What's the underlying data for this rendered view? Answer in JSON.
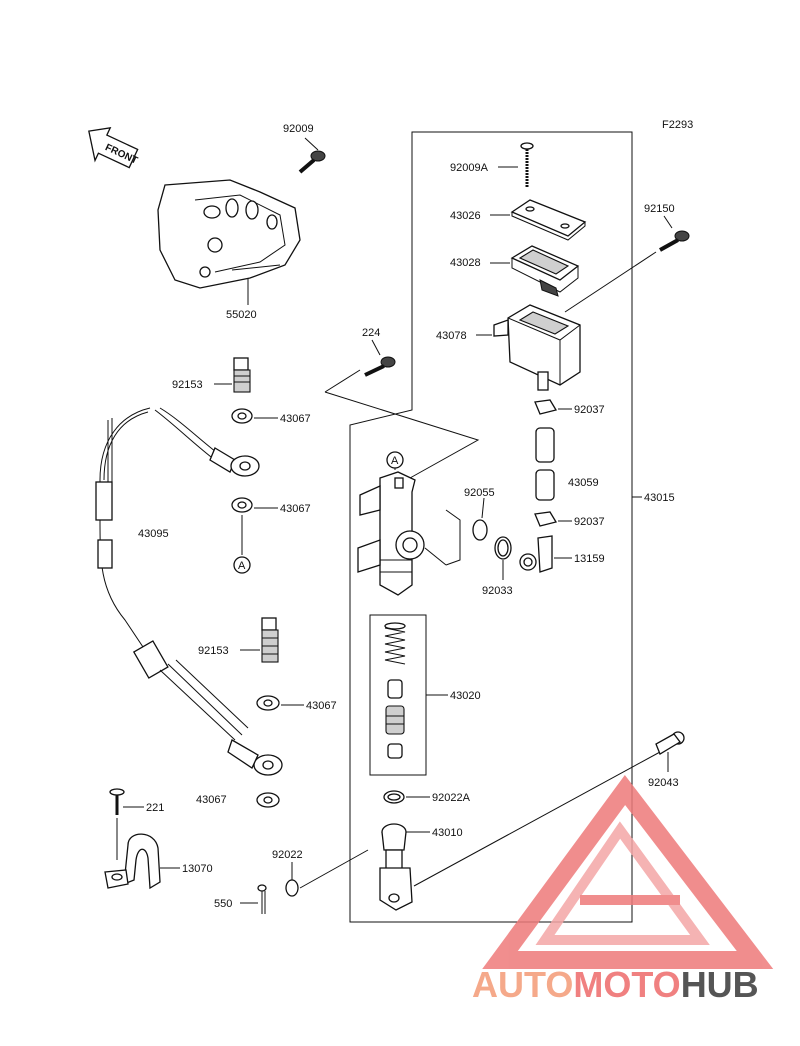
{
  "figure_code": "F2293",
  "front_label": "FRONT",
  "circle_marker": "A",
  "parts": {
    "p92009": "92009",
    "p55020": "55020",
    "p224": "224",
    "p92153_a": "92153",
    "p43067_a": "43067",
    "p43067_b": "43067",
    "p43095": "43095",
    "p92153_b": "92153",
    "p43067_c": "43067",
    "p43067_d": "43067",
    "p221": "221",
    "p13070": "13070",
    "p550": "550",
    "p92022": "92022",
    "p92009A": "92009A",
    "p43026": "43026",
    "p43028": "43028",
    "p43078": "43078",
    "p92150": "92150",
    "p92037_a": "92037",
    "p43059": "43059",
    "p92037_b": "92037",
    "p43015": "43015",
    "p92055": "92055",
    "p13159": "13159",
    "p92033": "92033",
    "p43020": "43020",
    "p92022A": "92022A",
    "p43010": "43010",
    "p92043": "92043"
  },
  "watermark": {
    "text_a": "AUTO",
    "text_b": "MOTO",
    "text_c": "HUB",
    "color_a": "#f5a98a",
    "color_b": "#f08080",
    "color_c": "#555555"
  }
}
